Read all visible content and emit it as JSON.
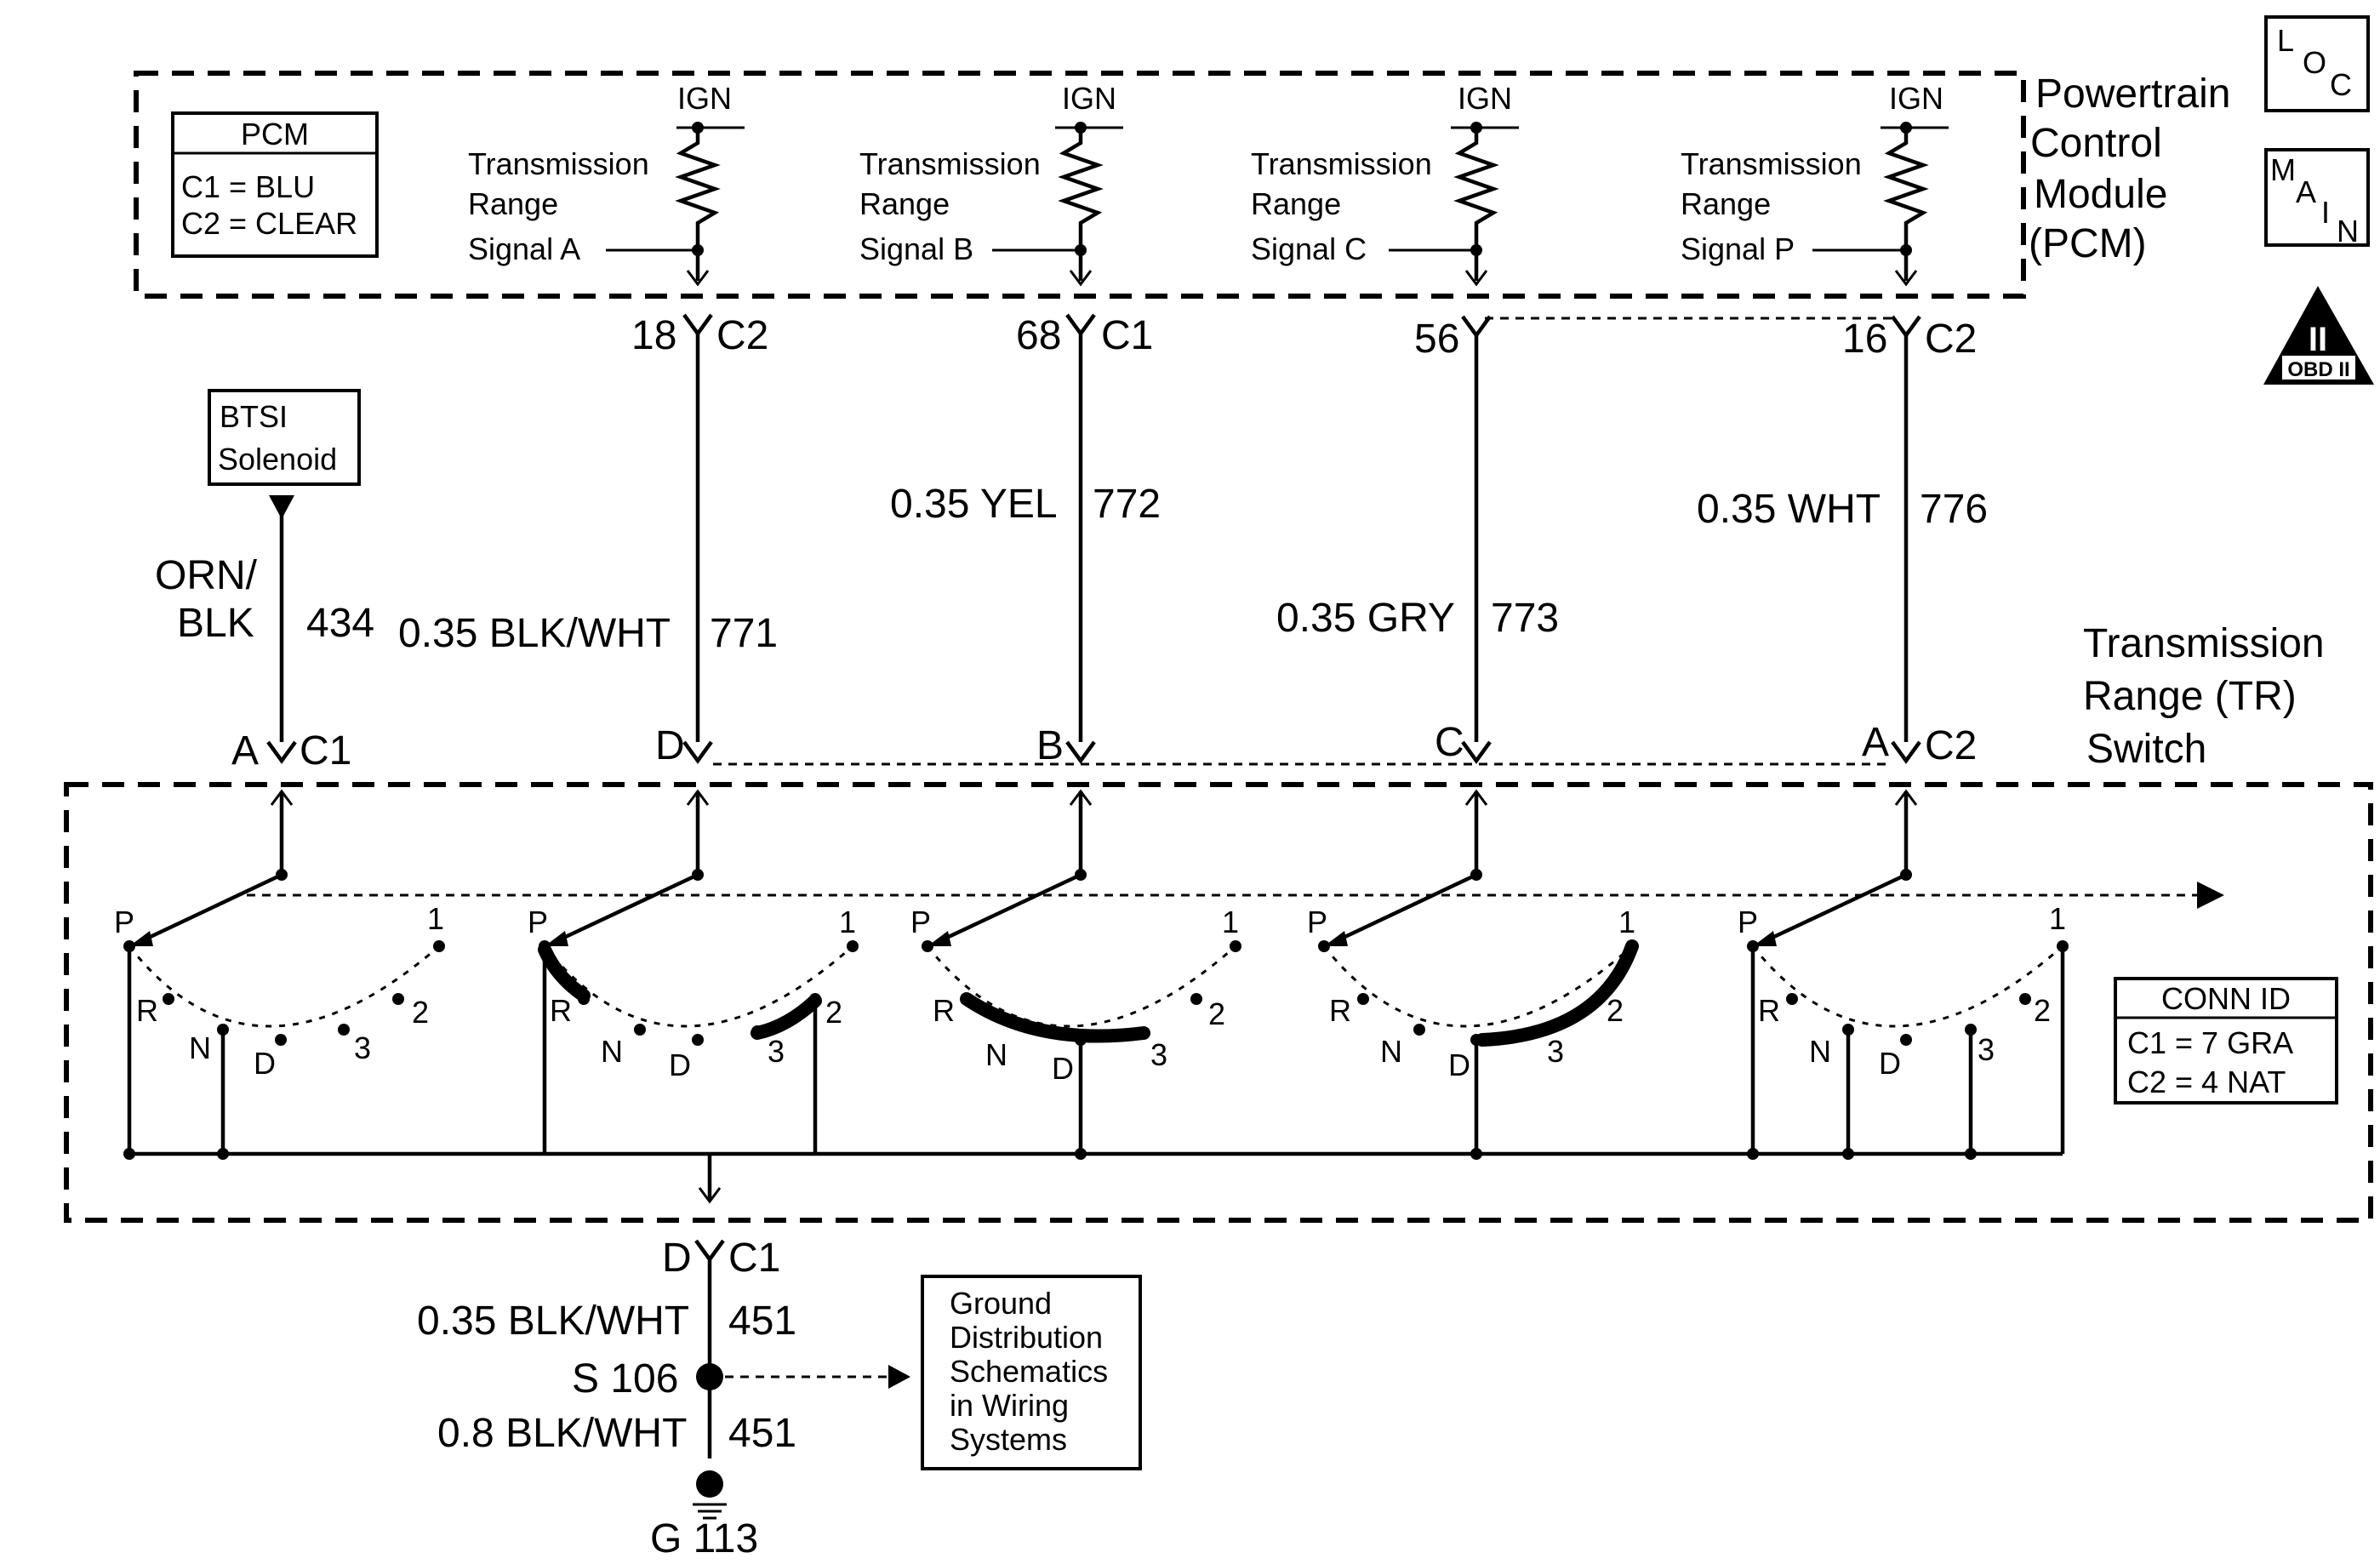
{
  "pcm": {
    "title": "Powertrain",
    "title2": "Control",
    "title3": "Module",
    "title4": "(PCM)",
    "legend_title": "PCM",
    "legend_c1": "C1 = BLU",
    "legend_c2": "C2 = CLEAR"
  },
  "icons": {
    "loc": [
      "L",
      "O",
      "C"
    ],
    "main": [
      "M",
      "A",
      "I",
      "N"
    ],
    "obd_numeral": "II",
    "obd_label": "OBD II"
  },
  "channels": [
    {
      "ign": "IGN",
      "line1": "Transmission",
      "line2": "Range",
      "line3": "Signal A",
      "pin": "18",
      "conn": "C2",
      "wire_spec": "0.35 BLK/WHT",
      "circuit": "771",
      "tr_pin": "D"
    },
    {
      "ign": "IGN",
      "line1": "Transmission",
      "line2": "Range",
      "line3": "Signal B",
      "pin": "68",
      "conn": "C1",
      "wire_spec": "0.35 YEL",
      "circuit": "772",
      "tr_pin": "B"
    },
    {
      "ign": "IGN",
      "line1": "Transmission",
      "line2": "Range",
      "line3": "Signal C",
      "pin": "56",
      "conn": "",
      "wire_spec": "0.35 GRY",
      "circuit": "773",
      "tr_pin": "C"
    },
    {
      "ign": "IGN",
      "line1": "Transmission",
      "line2": "Range",
      "line3": "Signal P",
      "pin": "16",
      "conn": "C2",
      "wire_spec": "0.35 WHT",
      "circuit": "776",
      "tr_pin": "A"
    }
  ],
  "btsi": {
    "line1": "BTSI",
    "line2": "Solenoid",
    "color1": "ORN/",
    "color2": "BLK",
    "circuit": "434",
    "tr_pin": "A",
    "tr_conn": "C1"
  },
  "tr_switch": {
    "title1": "Transmission",
    "title2": "Range (TR)",
    "title3": "Switch",
    "right_conn": "C2",
    "conn_id_title": "CONN ID",
    "conn_id_c1": "C1 = 7 GRA",
    "conn_id_c2": "C2 = 4 NAT",
    "positions": [
      "P",
      "R",
      "N",
      "D",
      "3",
      "2",
      "1"
    ]
  },
  "ground": {
    "pin": "D",
    "conn": "C1",
    "wire1_spec": "0.35 BLK/WHT",
    "wire1_circuit": "451",
    "splice": "S 106",
    "wire2_spec": "0.8 BLK/WHT",
    "wire2_circuit": "451",
    "ground_id": "G 113",
    "ref1": "Ground",
    "ref2": "Distribution",
    "ref3": "Schematics",
    "ref4": "in Wiring",
    "ref5": "Systems"
  }
}
